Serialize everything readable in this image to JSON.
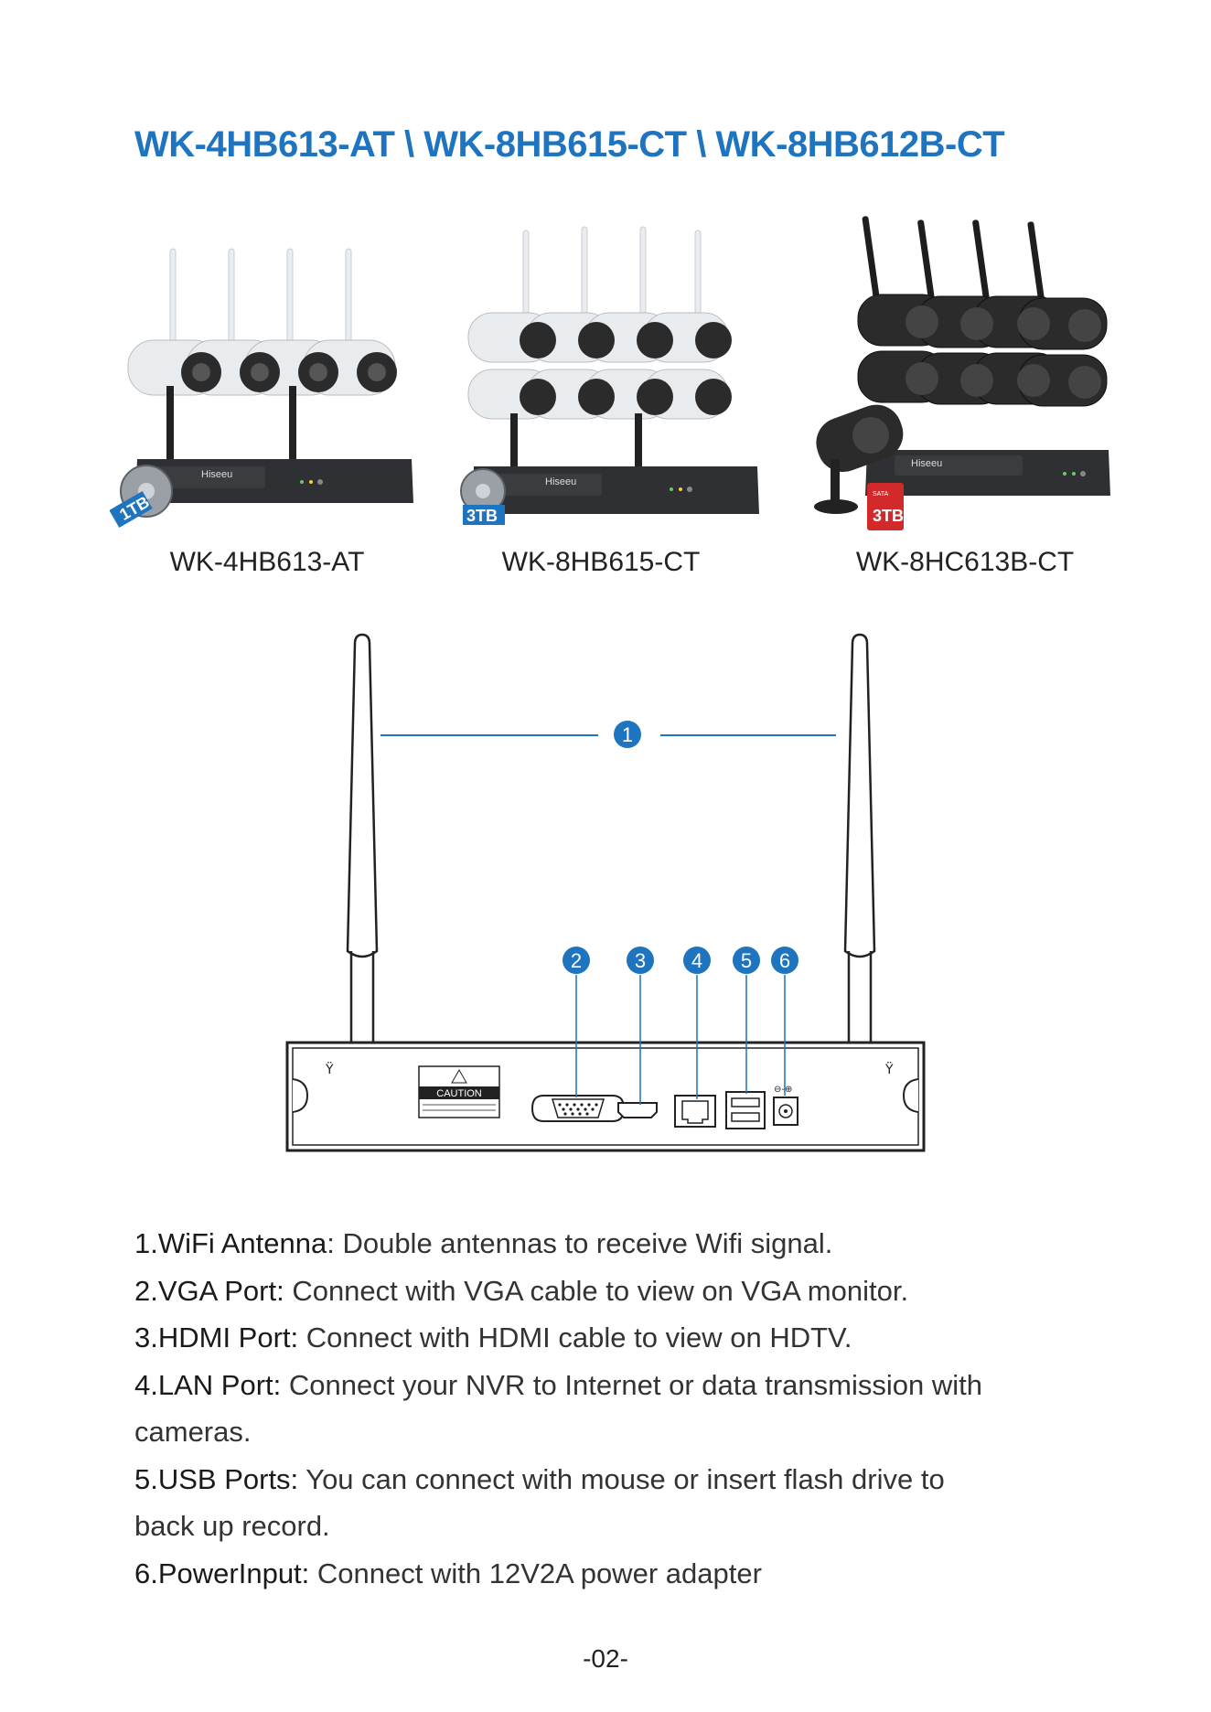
{
  "header": {
    "title": "WK-4HB613-AT \\ WK-8HB615-CT \\ WK-8HB612B-CT"
  },
  "products": [
    {
      "caption": "WK-4HB613-AT",
      "hdd_label": "1TB",
      "brand": "Hiseeu",
      "camera_color": "#e9ecef"
    },
    {
      "caption": "WK-8HB615-CT",
      "hdd_label": "3TB",
      "brand": "Hiseeu",
      "camera_color": "#e9ecef"
    },
    {
      "caption": "WK-8HC613B-CT",
      "hdd_label": "3TB",
      "hdd_sublabel": "SATA",
      "brand": "Hiseeu",
      "camera_color": "#2b2b2b"
    }
  ],
  "diagram": {
    "caution_label": "CAUTION",
    "callouts": [
      "1",
      "2",
      "3",
      "4",
      "5",
      "6"
    ],
    "accent_color": "#1f74c0"
  },
  "descriptions": [
    {
      "term": "1.WiFi Antenna",
      "text": ": Double antennas to  receive Wifi signal."
    },
    {
      "term": "2.VGA Port:",
      "text": " Connect with VGA cable to view on VGA monitor."
    },
    {
      "term": "3.HDMI Port:",
      "text": " Connect with HDMI cable to view on HDTV."
    },
    {
      "term": "4.LAN Port:",
      "text": " Connect your NVR to Internet or data transmission with",
      "cont": "cameras."
    },
    {
      "term": "5.USB Ports:",
      "text": " You can connect with mouse or insert flash drive to",
      "cont": "back up record."
    },
    {
      "term": "6.PowerInput:",
      "text": " Connect with 12V2A power adapter"
    }
  ],
  "footer": {
    "page_number": "-02-"
  }
}
